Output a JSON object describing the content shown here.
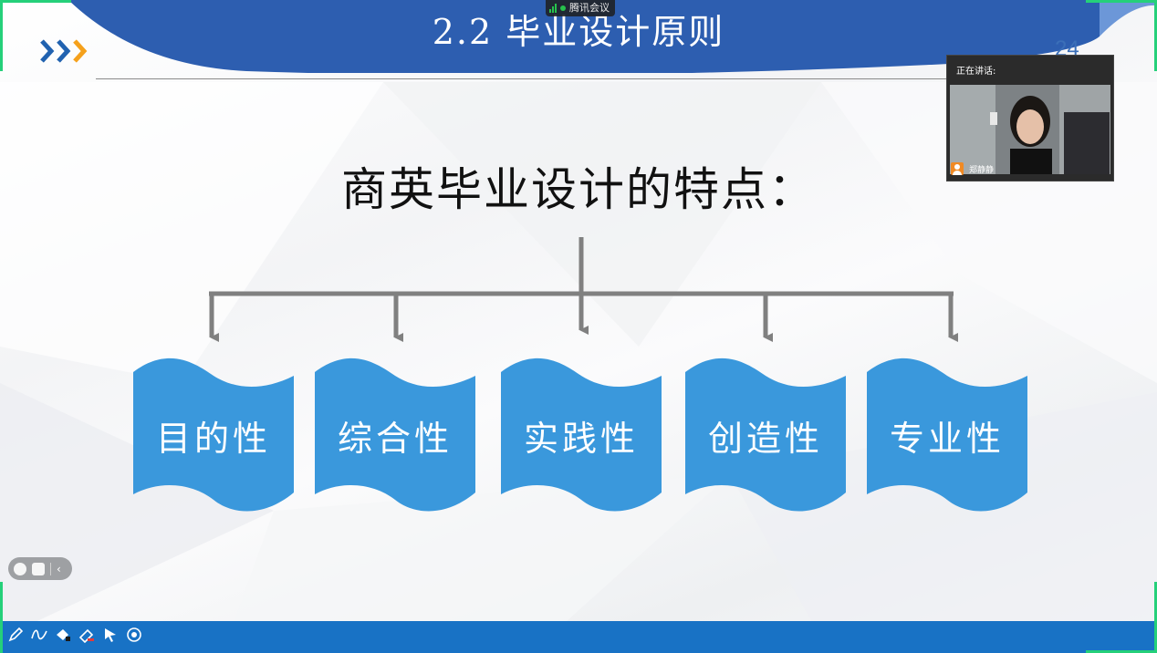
{
  "slide": {
    "title": "2.2 毕业设计原则",
    "page_number": "24",
    "heading": "商英毕业设计的特点：",
    "features": [
      "目的性",
      "综合性",
      "实践性",
      "创造性",
      "专业性"
    ]
  },
  "meeting": {
    "app_name": "腾讯会议",
    "speaking_label": "正在讲话:",
    "speaker_name": "郑静静"
  },
  "colors": {
    "banner": "#2d5eb0",
    "card": "#3a98dc",
    "connector": "#808080",
    "bottom_bar": "#1872c5",
    "chevron_blue": "#2162b0",
    "chevron_orange": "#f5a11c"
  },
  "icons": {
    "annotation_tools": [
      "pen-icon",
      "curve-icon",
      "highlighter-icon",
      "eraser-icon",
      "pointer-icon",
      "laser-icon"
    ],
    "side_tools": [
      "emoji-icon",
      "chat-icon",
      "collapse-icon"
    ]
  }
}
